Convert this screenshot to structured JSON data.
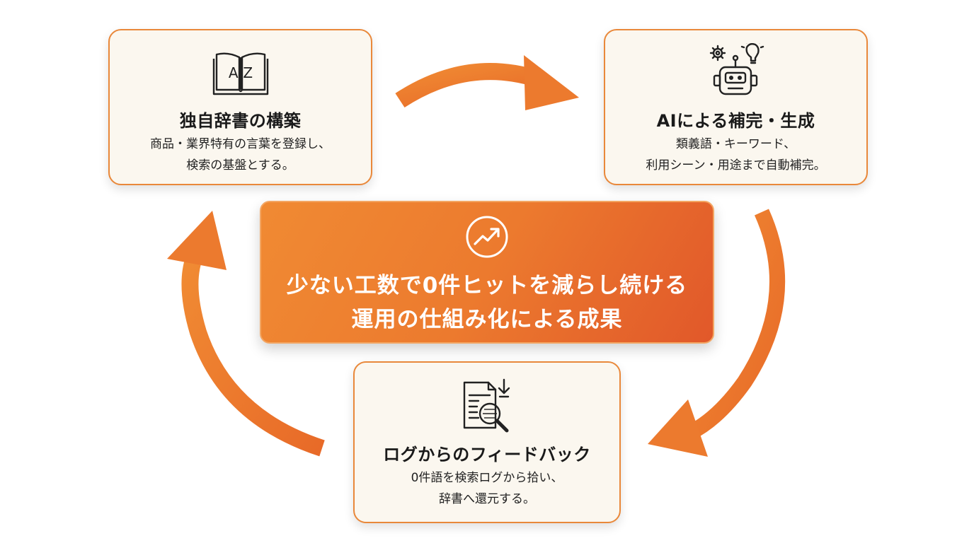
{
  "cards": {
    "dictionary": {
      "icon": "book-a-z-icon",
      "icon_text": "A-Z",
      "title": "独自辞書の構築",
      "desc_line1": "商品・業界特有の言葉を登録し、",
      "desc_line2": "検索の基盤とする。"
    },
    "ai": {
      "icon": "robot-gear-bulb-icon",
      "title": "AIによる補完・生成",
      "desc_line1": "類義語・キーワード、",
      "desc_line2": "利用シーン・用途まで自動補完。"
    },
    "log": {
      "icon": "document-magnifier-icon",
      "title": "ログからのフィードバック",
      "desc_line1": "0件語を検索ログから拾い、",
      "desc_line2": "辞書へ還元する。"
    }
  },
  "center": {
    "icon": "trend-up-icon",
    "line1": "少ない工数で0件ヒットを減らし続ける",
    "line2": "運用の仕組み化による成果"
  },
  "colors": {
    "accent": "#ec7a2e",
    "card_bg": "#fbf7ef",
    "card_border": "#e9883a",
    "arrow": "#ec7a2e"
  }
}
